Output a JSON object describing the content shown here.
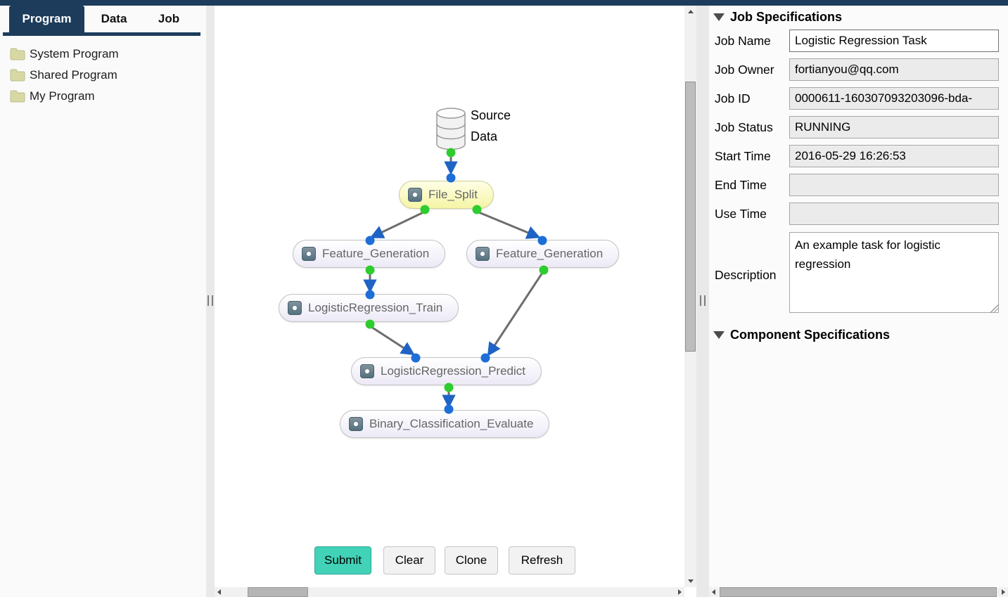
{
  "colors": {
    "accent_navy": "#1d3c5c",
    "submit_teal": "#41d2b8",
    "port_green": "#2fcc2f",
    "port_blue": "#1e6ed8",
    "selected_node_yellow": "#f5f5a6"
  },
  "tabs": [
    {
      "label": "Program",
      "active": true
    },
    {
      "label": "Data",
      "active": false
    },
    {
      "label": "Job",
      "active": false
    }
  ],
  "program_tree": {
    "items": [
      {
        "label": "System Program"
      },
      {
        "label": "Shared Program"
      },
      {
        "label": "My Program"
      }
    ]
  },
  "workflow": {
    "source": {
      "line1": "Source",
      "line2": "Data"
    },
    "nodes": [
      {
        "label": "File_Split",
        "selected": true
      },
      {
        "label": "Feature_Generation",
        "selected": false
      },
      {
        "label": "Feature_Generation",
        "selected": false
      },
      {
        "label": "LogisticRegression_Train",
        "selected": false
      },
      {
        "label": "LogisticRegression_Predict",
        "selected": false
      },
      {
        "label": "Binary_Classification_Evaluate",
        "selected": false
      }
    ],
    "actions": [
      {
        "label": "Submit"
      },
      {
        "label": "Clear"
      },
      {
        "label": "Clone"
      },
      {
        "label": "Refresh"
      }
    ]
  },
  "job_specifications": {
    "title": "Job Specifications",
    "fields": [
      {
        "label": "Job Name",
        "value": "Logistic Regression Task",
        "editable": true
      },
      {
        "label": "Job Owner",
        "value": "fortianyou@qq.com",
        "editable": false
      },
      {
        "label": "Job ID",
        "value": "0000611-160307093203096-bda-",
        "editable": false
      },
      {
        "label": "Job Status",
        "value": "RUNNING",
        "editable": false
      },
      {
        "label": "Start Time",
        "value": "2016-05-29 16:26:53",
        "editable": false
      },
      {
        "label": "End Time",
        "value": "",
        "editable": false
      },
      {
        "label": "Use Time",
        "value": "",
        "editable": false
      }
    ],
    "description": {
      "label": "Description",
      "value": "An example task for logistic regression"
    }
  },
  "component_specifications": {
    "title": "Component Specifications"
  }
}
